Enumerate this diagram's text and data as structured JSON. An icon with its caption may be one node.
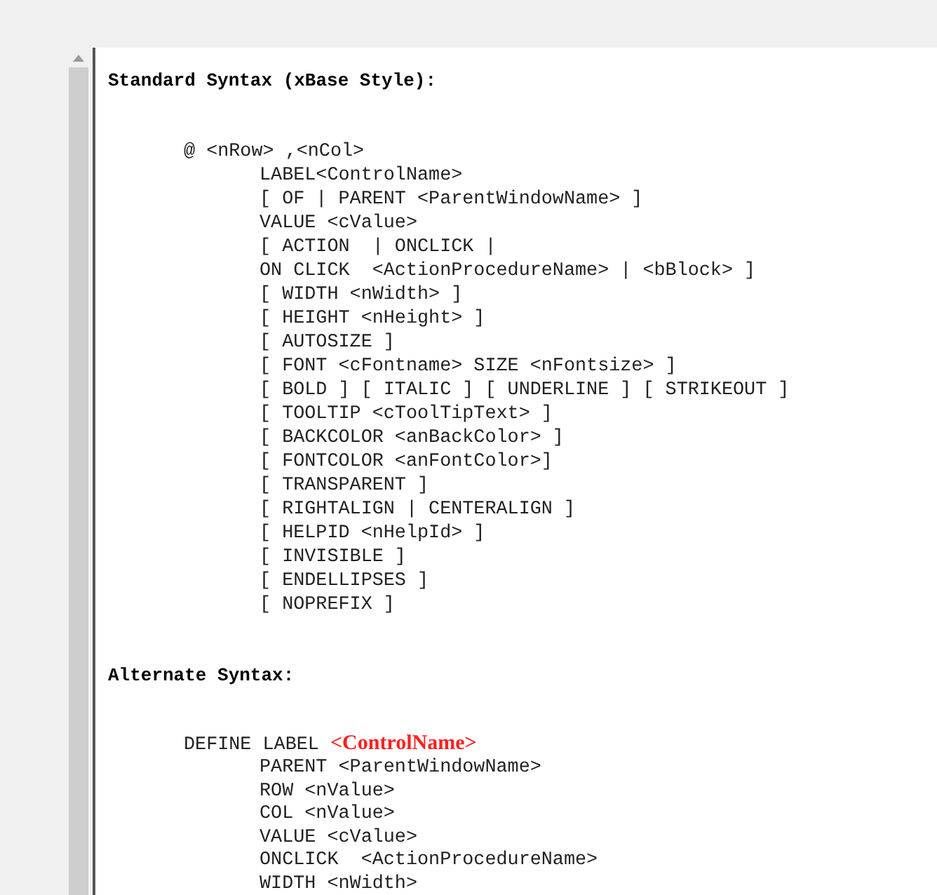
{
  "diagram": {
    "labels": [
      "Standard Syntax (xBase Style):",
      "@ <nRow> ,<nCol>",
      "LABEL<ControlName>",
      "[ OF | PARENT <ParentWindowName> ]",
      "VALUE <cValue>",
      "[ ACTION  | ONCLICK |",
      "ON CLICK  <ActionProcedureName> | <bBlock> ]",
      "[ WIDTH <nWidth> ]",
      "[ HEIGHT <nHeight> ]",
      "[ AUTOSIZE ]",
      "[ FONT <cFontname> SIZE <nFontsize> ]",
      "[ BOLD ] [ ITALIC ] [ UNDERLINE ] [ STRIKEOUT ]",
      "[ TOOLTIP <cToolTipText> ]",
      "[ BACKCOLOR <anBackColor> ]",
      "[ FONTCOLOR <anFontColor>]",
      "[ TRANSPARENT ]",
      "[ RIGHTALIGN | CENTERALIGN ]",
      "[ HELPID <nHelpId> ]",
      "[ INVISIBLE ]",
      "[ ENDELLIPSES ]",
      "[ NOPREFIX ]",
      "Alternate Syntax:",
      "DEFINE LABEL **<ControlName>**",
      "PARENT <ParentWindowName>",
      "ROW <nValue>",
      "COL <nValue>",
      "VALUE <cValue>",
      "ONCLICK  <ActionProcedureName>",
      "WIDTH <nWidth>"
    ]
  }
}
